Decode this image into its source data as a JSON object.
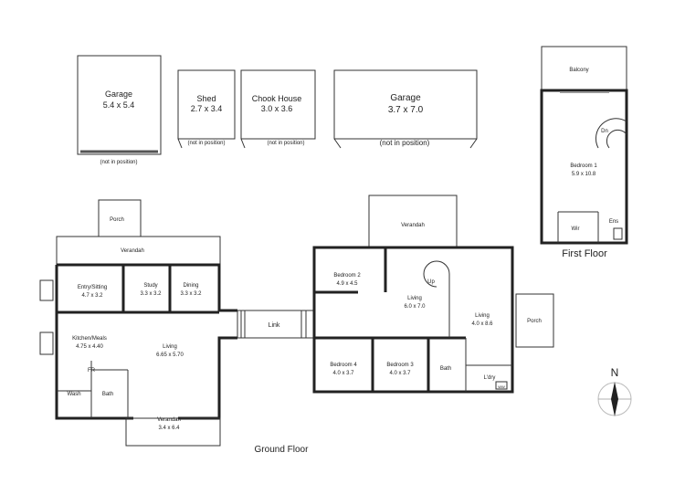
{
  "structures": {
    "garage1": {
      "name": "Garage",
      "size": "5.4 x 5.4",
      "note": "(not in position)"
    },
    "shed": {
      "name": "Shed",
      "size": "2.7 x 3.4",
      "note": "(not in position)"
    },
    "chook": {
      "name": "Chook House",
      "size": "3.0 x 3.6",
      "note": "(not in position)"
    },
    "garage2": {
      "name": "Garage",
      "size": "3.7 x 7.0",
      "note": "(not in position)"
    }
  },
  "first_floor": {
    "title": "First Floor",
    "balcony": "Balcony",
    "bedroom1": {
      "name": "Bedroom 1",
      "size": "5.9 x 10.8"
    },
    "dn": "Dn",
    "wir": "Wir",
    "ens": "Ens"
  },
  "ground_floor": {
    "title": "Ground Floor",
    "porch_top": "Porch",
    "verandah_top": "Verandah",
    "entry": {
      "name": "Entry/Sitting",
      "size": "4.7 x 3.2"
    },
    "study": {
      "name": "Study",
      "size": "3.3 x 3.2"
    },
    "dining": {
      "name": "Dining",
      "size": "3.3 x 3.2"
    },
    "kitchen": {
      "name": "Kitchen/Meals",
      "size": "4.75 x 4.40"
    },
    "living_left": {
      "name": "Living",
      "size": "6.65 x 5.70"
    },
    "fr": "FR",
    "wash": "Wash",
    "bath_left": "Bath",
    "verandah_bottom": {
      "name": "Verandah",
      "size": "3.4 x 6.4"
    },
    "link": "Link",
    "verandah_right": "Verandah",
    "bedroom2": {
      "name": "Bedroom 2",
      "size": "4.9 x 4.5"
    },
    "living_mid": {
      "name": "Living",
      "size": "6.0 x 7.0"
    },
    "living_right": {
      "name": "Living",
      "size": "4.0 x 8.6"
    },
    "up": "Up",
    "porch_right": "Porch",
    "bedroom4": {
      "name": "Bedroom 4",
      "size": "4.0 x 3.7"
    },
    "bedroom3": {
      "name": "Bedroom 3",
      "size": "4.0 x 3.7"
    },
    "bath_right": "Bath",
    "ldry": "L'dry",
    "ww": "WW"
  },
  "compass": {
    "letter": "N",
    "icon": "north-arrow-icon"
  }
}
